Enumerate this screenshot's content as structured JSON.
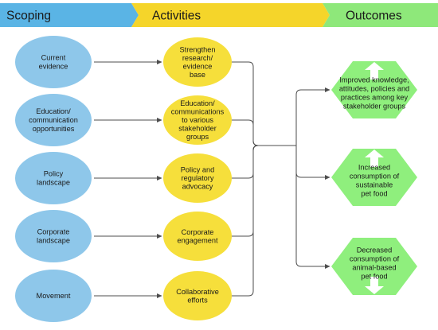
{
  "colors": {
    "scoping_banner": "#5ab4e5",
    "activities_banner": "#f5d52a",
    "outcomes_banner": "#8ee87a",
    "scoping_node": "#8ec7ea",
    "activity_node": "#f6df3b",
    "outcome_node": "#8fef7d",
    "connector": "#4d4d4d",
    "arrow_icon": "#ffffff"
  },
  "header": {
    "scoping": "Scoping",
    "activities": "Activities",
    "outcomes": "Outcomes"
  },
  "scoping": [
    [
      "Current",
      "evidence"
    ],
    [
      "Education/",
      "communication",
      "opportunities"
    ],
    [
      "Policy",
      "landscape"
    ],
    [
      "Corporate",
      "landscape"
    ],
    [
      "Movement"
    ]
  ],
  "activities": [
    [
      "Strengthen",
      "research/",
      "evidence",
      "base"
    ],
    [
      "Education/",
      "communications",
      "to various",
      "stakeholder",
      "groups"
    ],
    [
      "Policy and",
      "regulatory",
      "advocacy"
    ],
    [
      "Corporate",
      "engagement"
    ],
    [
      "Collaborative",
      "efforts"
    ]
  ],
  "outcomes": [
    {
      "lines": [
        "Improved knowledge,",
        "attitudes, policies and",
        "practices among key",
        "stakeholder groups"
      ],
      "arrow": "up"
    },
    {
      "lines": [
        "Increased",
        "consumption of",
        "sustainable",
        "pet food"
      ],
      "arrow": "up"
    },
    {
      "lines": [
        "Decreased",
        "consumption of",
        "animal-based",
        "pet food"
      ],
      "arrow": "down"
    }
  ]
}
